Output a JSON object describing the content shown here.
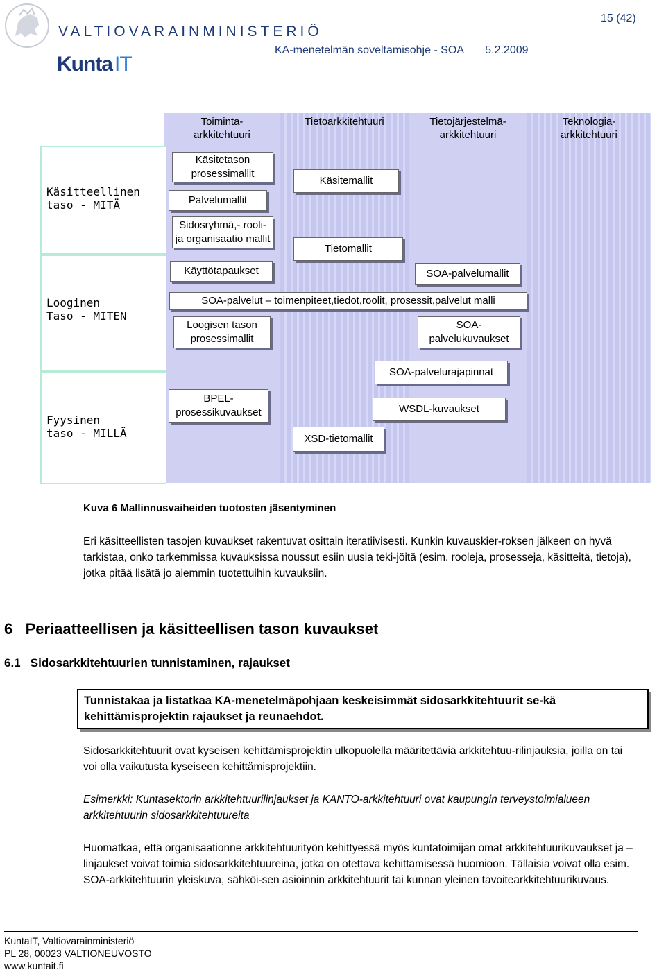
{
  "header": {
    "ministry": "VALTIOVARAINMINISTERIÖ",
    "logo_kunta": "Kunta",
    "logo_it": "IT",
    "doc_title": "KA-menetelmän soveltamisohje - SOA       5.2.2009",
    "page": "15 (42)",
    "emblem_icon": "lion-emblem-icon"
  },
  "diagram": {
    "columns": [
      {
        "line1": "Toiminta-",
        "line2": "arkkitehtuuri"
      },
      {
        "line1": "Tietoarkkitehtuuri",
        "line2": ""
      },
      {
        "line1": "Tietojärjestelmä-",
        "line2": "arkkitehtuuri"
      },
      {
        "line1": "Teknologia-",
        "line2": "arkkitehtuuri"
      }
    ],
    "rows": [
      {
        "line1": "Käsitteellinen",
        "line2": "taso - MITÄ"
      },
      {
        "line1": "Looginen",
        "line2": "Taso - MITEN"
      },
      {
        "line1": "Fyysinen",
        "line2": "taso - MILLÄ"
      }
    ],
    "boxes": {
      "kasitetaso": "Käsitetason\nprosessimallit",
      "palvelumallit": "Palvelumallit",
      "sidosryhma": "Sidosryhmä,- rooli-\nja organisaatio mallit",
      "kayttotapaukset": "Käyttötapaukset",
      "kasitemallit": "Käsitemallit",
      "tietomallit": "Tietomallit",
      "soa_palvelumallit": "SOA-palvelumallit",
      "soa_palvelut": "SOA-palvelut – toimenpiteet,tiedot,roolit, prosessit,palvelut malli",
      "loogisen_tason": "Loogisen tason\nprosessimallit",
      "soa_palvelukuvaukset": "SOA-\npalvelukuvaukset",
      "soa_palvelurajapinnat": "SOA-palvelurajapinnat",
      "bpel": "BPEL-\nprosessikuvaukset",
      "wsdl": "WSDL-kuvaukset",
      "xsd": "XSD-tietomallit"
    }
  },
  "caption": "Kuva 6 Mallinnusvaiheiden tuotosten jäsentyminen",
  "para1": "Eri käsitteellisten tasojen kuvaukset rakentuvat osittain iteratiivisesti. Kunkin kuvauskier-roksen jälkeen on hyvä tarkistaa, onko tarkemmissa kuvauksissa noussut esiin uusia teki-jöitä (esim. rooleja, prosesseja, käsitteitä, tietoja), jotka pitää lisätä jo aiemmin tuotettuihin kuvauksiin.",
  "heading1": "6   Periaatteellisen ja käsitteellisen tason kuvaukset",
  "heading2": "6.1   Sidosarkkitehtuurien tunnistaminen, rajaukset",
  "note": "Tunnistakaa ja listatkaa KA-menetelmäpohjaan keskeisimmät sidosarkkitehtuurit se-kä kehittämisprojektin rajaukset ja reunaehdot.",
  "para2": "Sidosarkkitehtuurit ovat kyseisen kehittämisprojektin ulkopuolella määritettäviä arkkitehtuu-rilinjauksia, joilla on tai voi olla vaikutusta kyseiseen kehittämisprojektiin.",
  "para3": "Esimerkki: Kuntasektorin arkkitehtuurilinjaukset ja KANTO-arkkitehtuuri ovat kaupungin terveystoimialueen arkkitehtuurin sidosarkkitehtuureita",
  "para4": "Huomatkaa, että organisaationne arkkitehtuurityön kehittyessä myös kuntatoimijan omat arkkitehtuurikuvaukset ja –linjaukset voivat toimia sidosarkkitehtuureina, jotka on otettava kehittämisessä huomioon. Tällaisia voivat olla esim. SOA-arkkitehtuurin yleiskuva, sähköi-sen asioinnin arkkitehtuurit tai kunnan yleinen tavoitearkkitehtuurikuvaus.",
  "footer": {
    "line1": "KuntaIT, Valtiovarainministeriö",
    "line2": "PL 28, 00023 VALTIONEUVOSTO",
    "line3": "www.kuntait.fi"
  }
}
